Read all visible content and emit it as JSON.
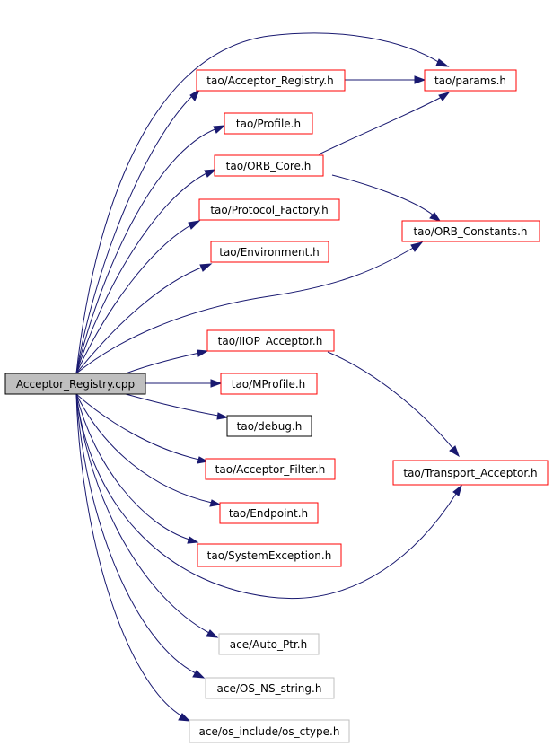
{
  "colors": {
    "edge": "#191970",
    "border_linked": "#ff0000",
    "border_plain": "#000000",
    "border_external": "#bfbfbf",
    "root_fill": "#bfbfbf",
    "node_fill": "#ffffff"
  },
  "nodes": [
    {
      "id": "root",
      "label": "Acceptor_Registry.cpp",
      "kind": "root"
    },
    {
      "id": "acceptor_registry_h",
      "label": "tao/Acceptor_Registry.h",
      "kind": "linked"
    },
    {
      "id": "params_h",
      "label": "tao/params.h",
      "kind": "linked"
    },
    {
      "id": "profile_h",
      "label": "tao/Profile.h",
      "kind": "linked"
    },
    {
      "id": "orb_core_h",
      "label": "tao/ORB_Core.h",
      "kind": "linked"
    },
    {
      "id": "protocol_factory_h",
      "label": "tao/Protocol_Factory.h",
      "kind": "linked"
    },
    {
      "id": "orb_constants_h",
      "label": "tao/ORB_Constants.h",
      "kind": "linked"
    },
    {
      "id": "environment_h",
      "label": "tao/Environment.h",
      "kind": "linked"
    },
    {
      "id": "iiop_acceptor_h",
      "label": "tao/IIOP_Acceptor.h",
      "kind": "linked"
    },
    {
      "id": "mprofile_h",
      "label": "tao/MProfile.h",
      "kind": "linked"
    },
    {
      "id": "debug_h",
      "label": "tao/debug.h",
      "kind": "plain"
    },
    {
      "id": "acceptor_filter_h",
      "label": "tao/Acceptor_Filter.h",
      "kind": "linked"
    },
    {
      "id": "transport_acceptor_h",
      "label": "tao/Transport_Acceptor.h",
      "kind": "linked"
    },
    {
      "id": "endpoint_h",
      "label": "tao/Endpoint.h",
      "kind": "linked"
    },
    {
      "id": "systemexception_h",
      "label": "tao/SystemException.h",
      "kind": "linked"
    },
    {
      "id": "auto_ptr_h",
      "label": "ace/Auto_Ptr.h",
      "kind": "external"
    },
    {
      "id": "os_ns_string_h",
      "label": "ace/OS_NS_string.h",
      "kind": "external"
    },
    {
      "id": "os_ctype_h",
      "label": "ace/os_include/os_ctype.h",
      "kind": "external"
    }
  ],
  "edges": [
    {
      "from": "root",
      "to": "params_h"
    },
    {
      "from": "root",
      "to": "acceptor_registry_h"
    },
    {
      "from": "root",
      "to": "profile_h"
    },
    {
      "from": "root",
      "to": "orb_core_h"
    },
    {
      "from": "root",
      "to": "protocol_factory_h"
    },
    {
      "from": "root",
      "to": "environment_h"
    },
    {
      "from": "root",
      "to": "orb_constants_h"
    },
    {
      "from": "root",
      "to": "iiop_acceptor_h"
    },
    {
      "from": "root",
      "to": "mprofile_h"
    },
    {
      "from": "root",
      "to": "debug_h"
    },
    {
      "from": "root",
      "to": "acceptor_filter_h"
    },
    {
      "from": "root",
      "to": "endpoint_h"
    },
    {
      "from": "root",
      "to": "systemexception_h"
    },
    {
      "from": "root",
      "to": "transport_acceptor_h"
    },
    {
      "from": "root",
      "to": "auto_ptr_h"
    },
    {
      "from": "root",
      "to": "os_ns_string_h"
    },
    {
      "from": "root",
      "to": "os_ctype_h"
    },
    {
      "from": "acceptor_registry_h",
      "to": "params_h"
    },
    {
      "from": "orb_core_h",
      "to": "params_h"
    },
    {
      "from": "orb_core_h",
      "to": "orb_constants_h"
    },
    {
      "from": "iiop_acceptor_h",
      "to": "transport_acceptor_h"
    }
  ]
}
